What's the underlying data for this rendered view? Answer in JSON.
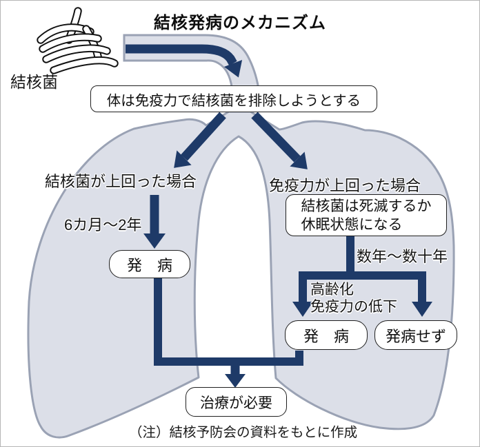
{
  "title": "結核発病のメカニズム",
  "bacteria_label": "結核菌",
  "immune_response_box": "体は免疫力で結核菌を排除しようとする",
  "left_branch": {
    "condition": "結核菌が上回った場合",
    "duration": "6カ月〜2年",
    "outcome": "発　病"
  },
  "right_branch": {
    "condition": "免疫力が上回った場合",
    "dormancy_box": {
      "line1": "結核菌は死滅するか",
      "line2": "休眠状態になる"
    },
    "duration": "数年〜数十年",
    "trigger": {
      "line1": "高齢化",
      "line2": "免疫力の低下"
    },
    "outcome_onset": "発　病",
    "outcome_no_onset": "発病せず"
  },
  "treatment_box": "治療が必要",
  "note": "（注）結核予防会の資料をもとに作成",
  "colors": {
    "flow_navy": "#1e3a68",
    "lung_fill": "#dcdfe8",
    "lung_border": "#9aa2b4",
    "box_border": "#1f1f1f"
  }
}
